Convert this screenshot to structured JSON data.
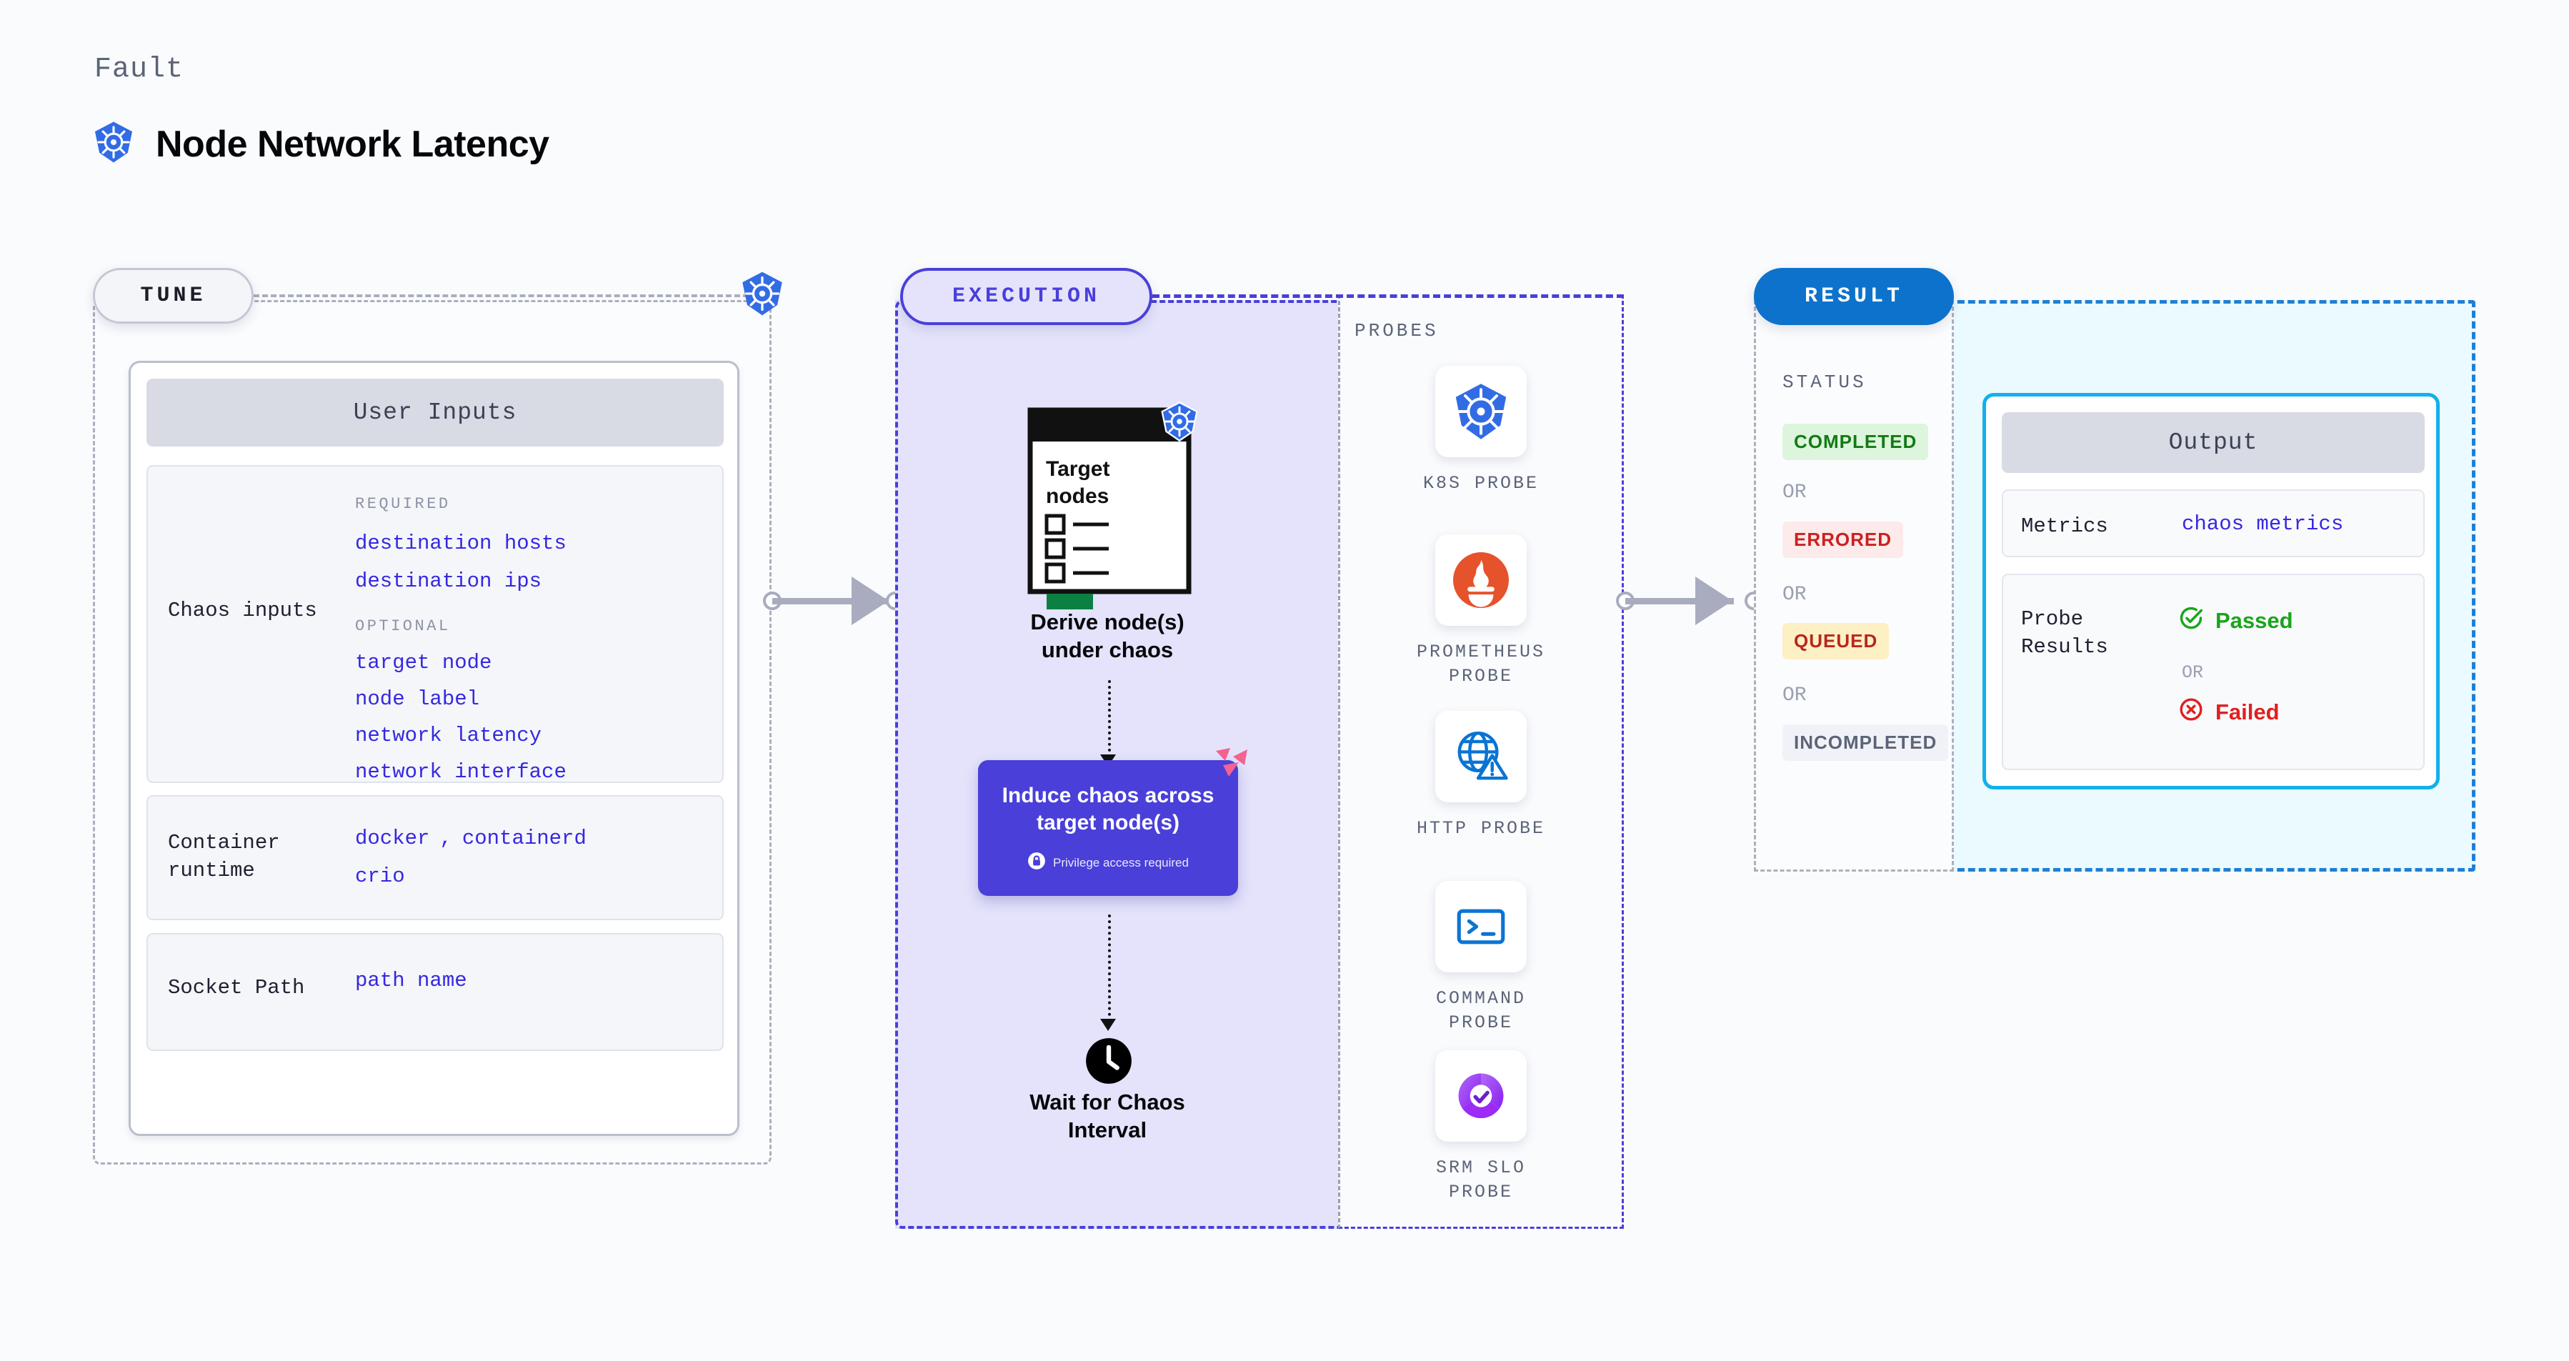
{
  "header": {
    "eyebrow": "Fault",
    "title": "Node Network Latency",
    "icon": "kubernetes-icon"
  },
  "tune": {
    "pill_label": "TUNE",
    "badge_icon": "kubernetes-icon",
    "card_title": "User Inputs",
    "rows": [
      {
        "label": "Chaos inputs",
        "groups": [
          {
            "heading": "REQUIRED",
            "values": [
              "destination hosts",
              "destination ips"
            ]
          },
          {
            "heading": "OPTIONAL",
            "values": [
              "target node",
              "node label",
              "network latency",
              "network interface"
            ]
          }
        ]
      },
      {
        "label": "Container\nruntime",
        "values_line1": [
          "docker",
          "containerd"
        ],
        "separator": ",",
        "values_line2": [
          "crio"
        ]
      },
      {
        "label": "Socket Path",
        "values": [
          "path name"
        ]
      }
    ]
  },
  "execution": {
    "pill_label": "EXECUTION",
    "steps": {
      "derive": {
        "card_title": "Target\nnodes",
        "badge_icon": "kubernetes-icon",
        "caption": "Derive node(s)\nunder chaos"
      },
      "chaos": {
        "title": "Induce chaos across\ntarget node(s)",
        "privilege_note": "Privilege access required",
        "privilege_icon": "lock-icon",
        "corner_icon": "litmus-logo-icon",
        "color": "#4a3fd9"
      },
      "wait": {
        "icon": "clock-icon",
        "caption": "Wait for Chaos\nInterval"
      }
    },
    "probes_label": "PROBES",
    "probes": [
      {
        "name": "K8S PROBE",
        "icon": "kubernetes-icon"
      },
      {
        "name": "PROMETHEUS\nPROBE",
        "icon": "prometheus-icon"
      },
      {
        "name": "HTTP PROBE",
        "icon": "globe-warning-icon"
      },
      {
        "name": "COMMAND\nPROBE",
        "icon": "terminal-icon"
      },
      {
        "name": "SRM SLO\nPROBE",
        "icon": "slo-donut-check-icon"
      }
    ]
  },
  "result": {
    "pill_label": "RESULT",
    "status_label": "STATUS",
    "or_label": "OR",
    "statuses": [
      {
        "text": "COMPLETED",
        "bg": "#dcf5dc",
        "fg": "#147a14"
      },
      {
        "text": "ERRORED",
        "bg": "#fdeaea",
        "fg": "#cc2020"
      },
      {
        "text": "QUEUED",
        "bg": "#fdf0c4",
        "fg": "#b7261f"
      },
      {
        "text": "INCOMPLETED",
        "bg": "#f1f2f7",
        "fg": "#5c6478"
      }
    ],
    "output": {
      "card_title": "Output",
      "metrics_label": "Metrics",
      "metrics_value": "chaos metrics",
      "probe_results_label": "Probe\nResults",
      "passed_label": "Passed",
      "passed_icon": "check-circle-icon",
      "passed_color": "#1aa51a",
      "or_label": "OR",
      "failed_label": "Failed",
      "failed_icon": "x-circle-icon",
      "failed_color": "#e02020"
    }
  },
  "colors": {
    "kubernetes_blue": "#326ce5",
    "execution_purple": "#4a3fd9",
    "result_blue": "#0d72cc",
    "output_cyan": "#12b0ec",
    "value_indigo": "#3728e0",
    "connector_gray": "#a8acbe"
  }
}
